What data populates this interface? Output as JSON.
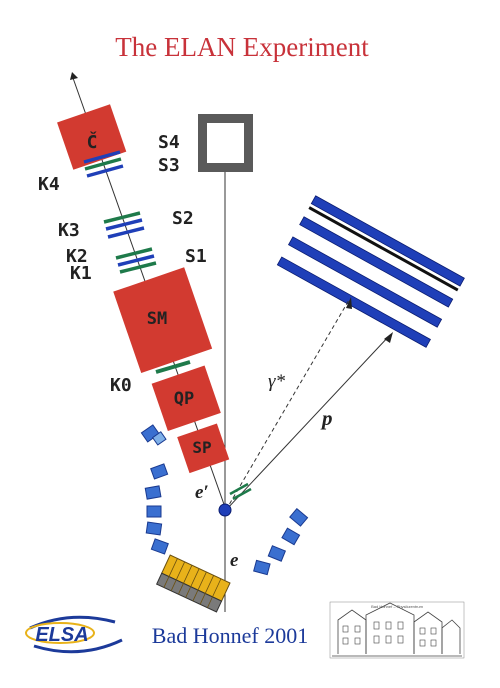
{
  "title": "The ELAN Experiment",
  "footer": {
    "logo_text": "ELSA",
    "event": "Bad Honnef 2001",
    "sketch_caption": "Bad Honnef – Physikzentrum"
  },
  "detector_labels": {
    "cherenkov": "Č",
    "sm": "SM",
    "qp": "QP",
    "sp": "SP"
  },
  "arm_labels": {
    "s4": "S4",
    "s3": "S3",
    "s2": "S2",
    "s1": "S1",
    "k4": "K4",
    "k3": "K3",
    "k2": "K2",
    "k1": "K1",
    "k0": "K0"
  },
  "particle_labels": {
    "gamma": "γ*",
    "proton": "p",
    "e_prime": "e′",
    "e": "e"
  },
  "colors": {
    "title": "#c8323a",
    "magnet_fill": "#d23a30",
    "scint_blue": "#1f3fb8",
    "chamber_green": "#1e7a4a",
    "beam_dump": "#5a5a5a",
    "calorimeter": "#e8b21a",
    "target": "#1f3fb8",
    "footer_blue": "#1c3a9a"
  }
}
